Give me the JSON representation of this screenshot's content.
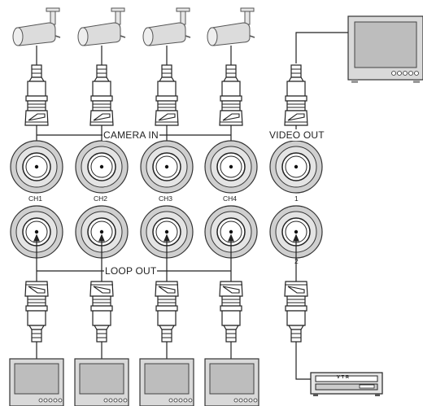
{
  "labels": {
    "camera_in": "CAMERA IN",
    "video_out": "VIDEO OUT",
    "loop_out": "LOOP OUT",
    "vtr": "VTR"
  },
  "channels": [
    "CH1",
    "CH2",
    "CH3",
    "CH4"
  ],
  "video_out_ports": [
    "1",
    "2"
  ],
  "colors": {
    "line": "#222222",
    "connector_fill": "#ffffff",
    "jack_outer": "#cfcfcf",
    "monitor_fill": "#d9d9d9",
    "camera_fill": "#dcdcdc"
  },
  "icons": [
    "camera-icon",
    "bnc-connector-icon",
    "bnc-jack-icon",
    "monitor-icon",
    "vtr-icon"
  ]
}
